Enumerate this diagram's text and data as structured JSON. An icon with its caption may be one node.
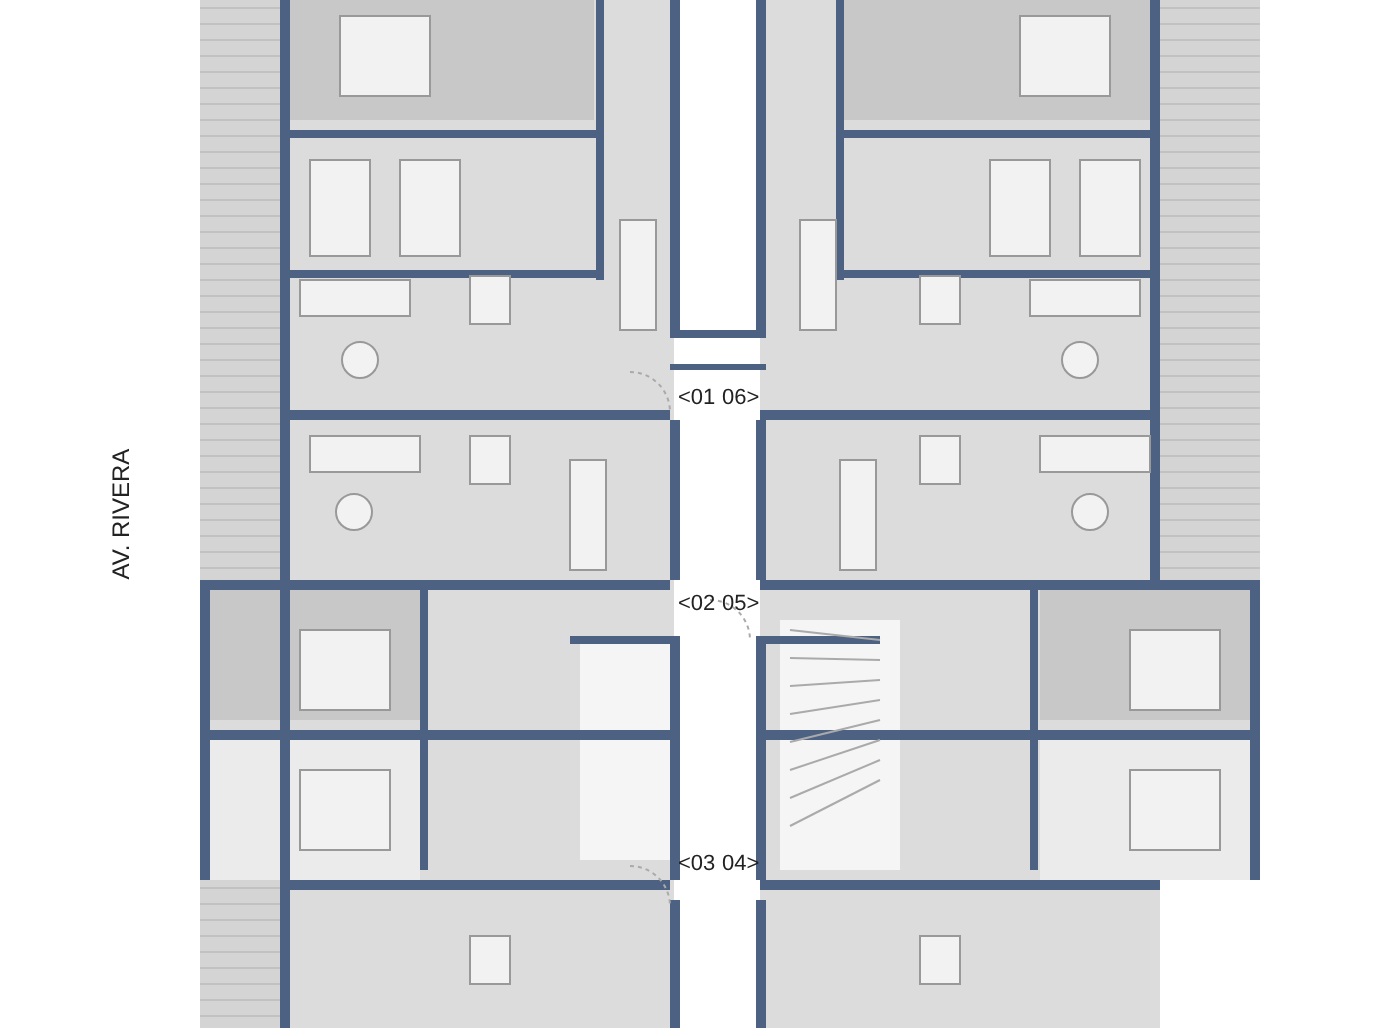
{
  "diagram": {
    "labels": [
      "AV. RIVERA",
      "<01",
      "06>",
      "<02",
      "05>",
      "<03",
      "04>"
    ]
  }
}
